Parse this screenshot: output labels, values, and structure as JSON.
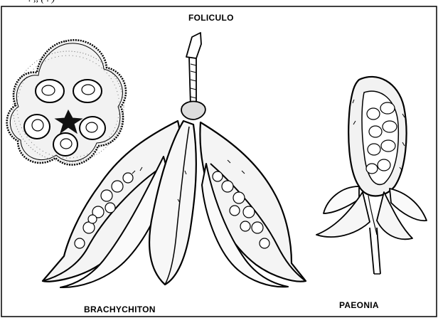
{
  "labels": {
    "title": "FOLICULO",
    "left": "BRACHYCHITON",
    "right": "PAEONIA"
  },
  "top_fragment": ". ,, ( . )"
}
